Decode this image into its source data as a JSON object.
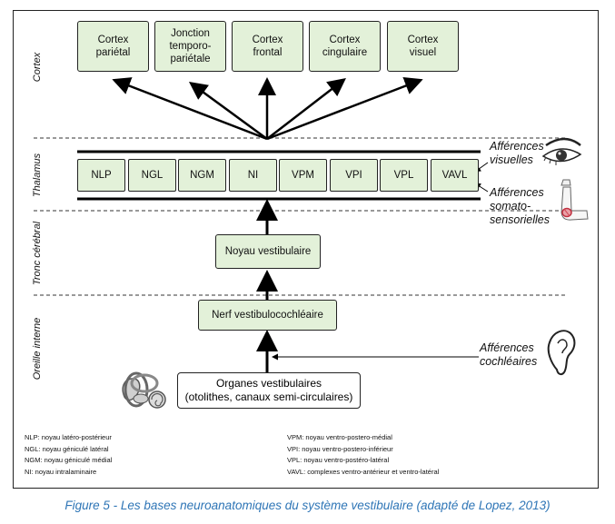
{
  "levels": {
    "cortex": "Cortex",
    "thalamus": "Thalamus",
    "brainstem": "Tronc cérébral",
    "inner_ear": "Oreille interne"
  },
  "cortex_boxes": [
    "Cortex\npariétal",
    "Jonction\ntemporo-\npariétale",
    "Cortex\nfrontal",
    "Cortex\ncingulaire",
    "Cortex\nvisuel"
  ],
  "thalamus_nuclei": [
    "NLP",
    "NGL",
    "NGM",
    "NI",
    "VPM",
    "VPI",
    "VPL",
    "VAVL"
  ],
  "vestibular_nucleus": "Noyau vestibulaire",
  "vestibulocochlear_nerve": "Nerf vestibulocochléaire",
  "vestibular_organs": {
    "line1": "Organes vestibulaires",
    "line2": "(otolithes, canaux semi-circulaires)"
  },
  "afferents": {
    "visual": "Afférences\nvisuelles",
    "somato": "Afférences\nsomato-\nsensorielles",
    "cochlear": "Afférences\ncochléaires"
  },
  "legend_left": [
    "NLP: noyau latéro-postérieur",
    "NGL: noyau géniculé latéral",
    "NGM: noyau géniculé médial",
    "NI: noyau intralaminaire"
  ],
  "legend_right": [
    "VPM: noyau ventro-postero-médial",
    "VPI: noyau ventro-postero-inférieur",
    "VPL: noyau ventro-postéro-latéral",
    "VAVL: complexes ventro-antérieur et ventro-latéral"
  ],
  "caption": "Figure 5 - Les bases neuroanatomiques du système vestibulaire (adapté de Lopez, 2013)"
}
